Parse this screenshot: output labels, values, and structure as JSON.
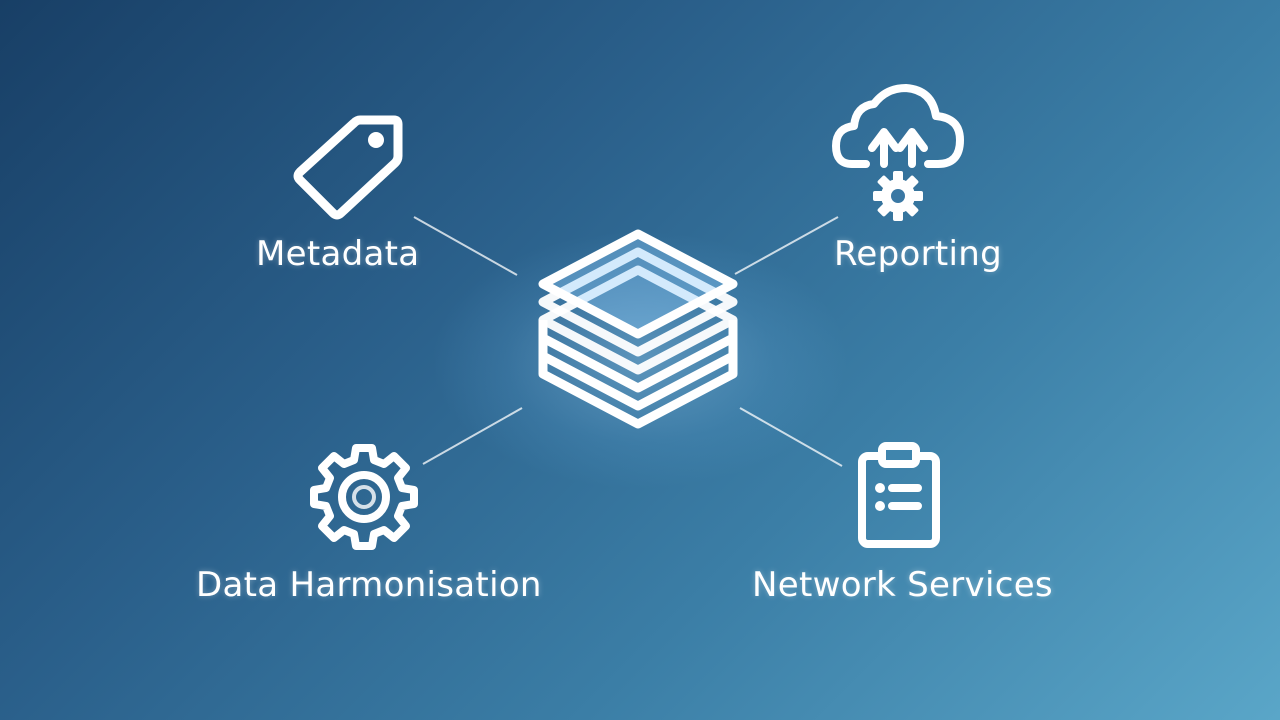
{
  "diagram": {
    "center": {
      "icon": "layers-stack-icon"
    },
    "nodes": [
      {
        "id": "metadata",
        "label": "Metadata",
        "icon": "tag-icon"
      },
      {
        "id": "reporting",
        "label": "Reporting",
        "icon": "cloud-upload-gear-icon"
      },
      {
        "id": "data-harmonisation",
        "label": "Data Harmonisation",
        "icon": "gear-icon"
      },
      {
        "id": "network-services",
        "label": "Network Services",
        "icon": "clipboard-list-icon"
      }
    ]
  },
  "colors": {
    "background_dark": "#183f66",
    "background_light": "#5aa6c8",
    "foreground": "#ffffff"
  }
}
